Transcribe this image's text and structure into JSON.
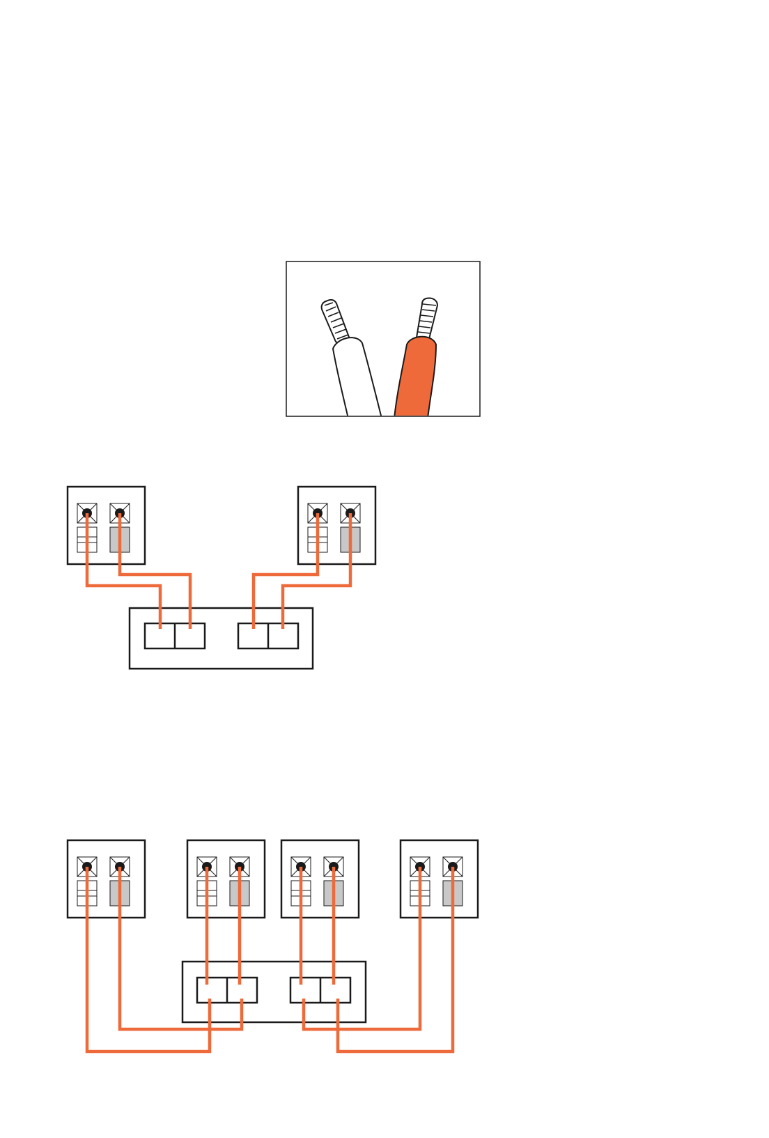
{
  "colors": {
    "wire": "#ee6a3a",
    "outline": "#1a1a1a",
    "terminal_fill_negative": "#ffffff",
    "terminal_fill_positive": "#c8c8c8",
    "background": "#ffffff"
  },
  "diagrams": {
    "cable_detail": {
      "wires": [
        "white-insulated-wire",
        "orange-insulated-wire"
      ]
    },
    "two_speaker_wiring": {
      "speaker_count": 2,
      "amplifier_output_pairs": 2
    },
    "four_speaker_wiring": {
      "speaker_count": 4,
      "amplifier_output_pairs": 2
    }
  }
}
